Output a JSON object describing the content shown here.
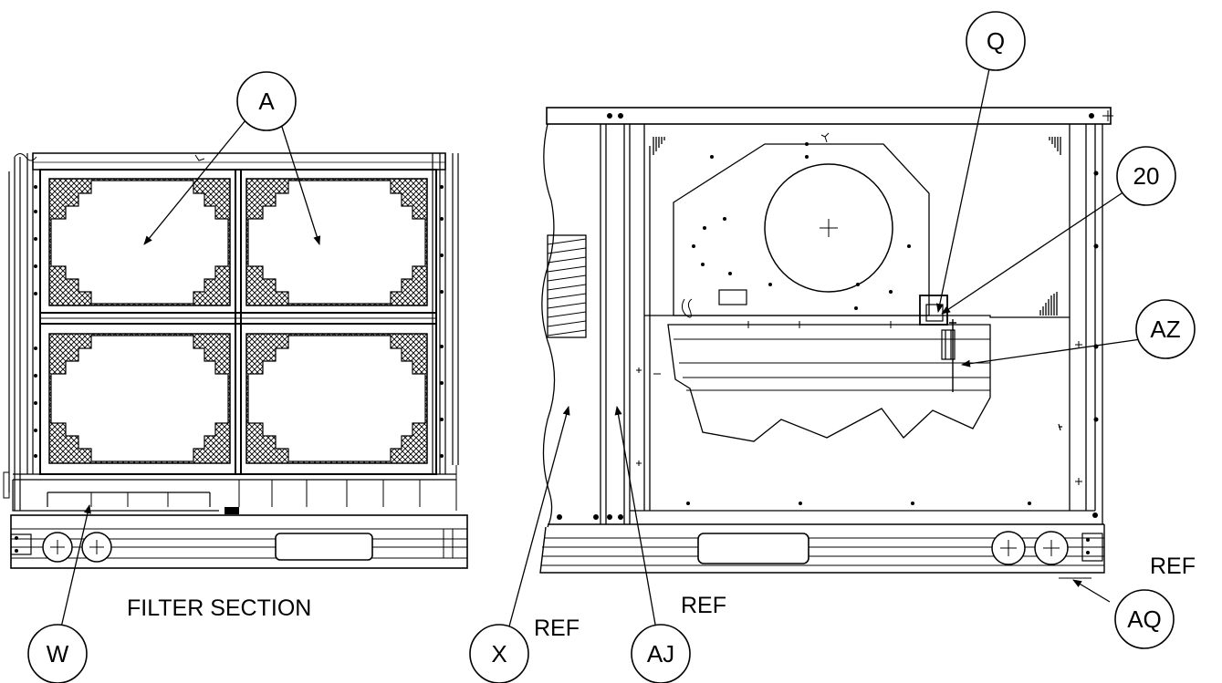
{
  "callouts": {
    "a": "A",
    "q": "Q",
    "c20": "20",
    "az": "AZ",
    "w": "W",
    "x": "X",
    "aj": "AJ",
    "aq": "AQ"
  },
  "labels": {
    "filter_section": "FILTER SECTION",
    "ref_x": "REF",
    "ref_aj": "REF",
    "ref_aq": "REF"
  }
}
